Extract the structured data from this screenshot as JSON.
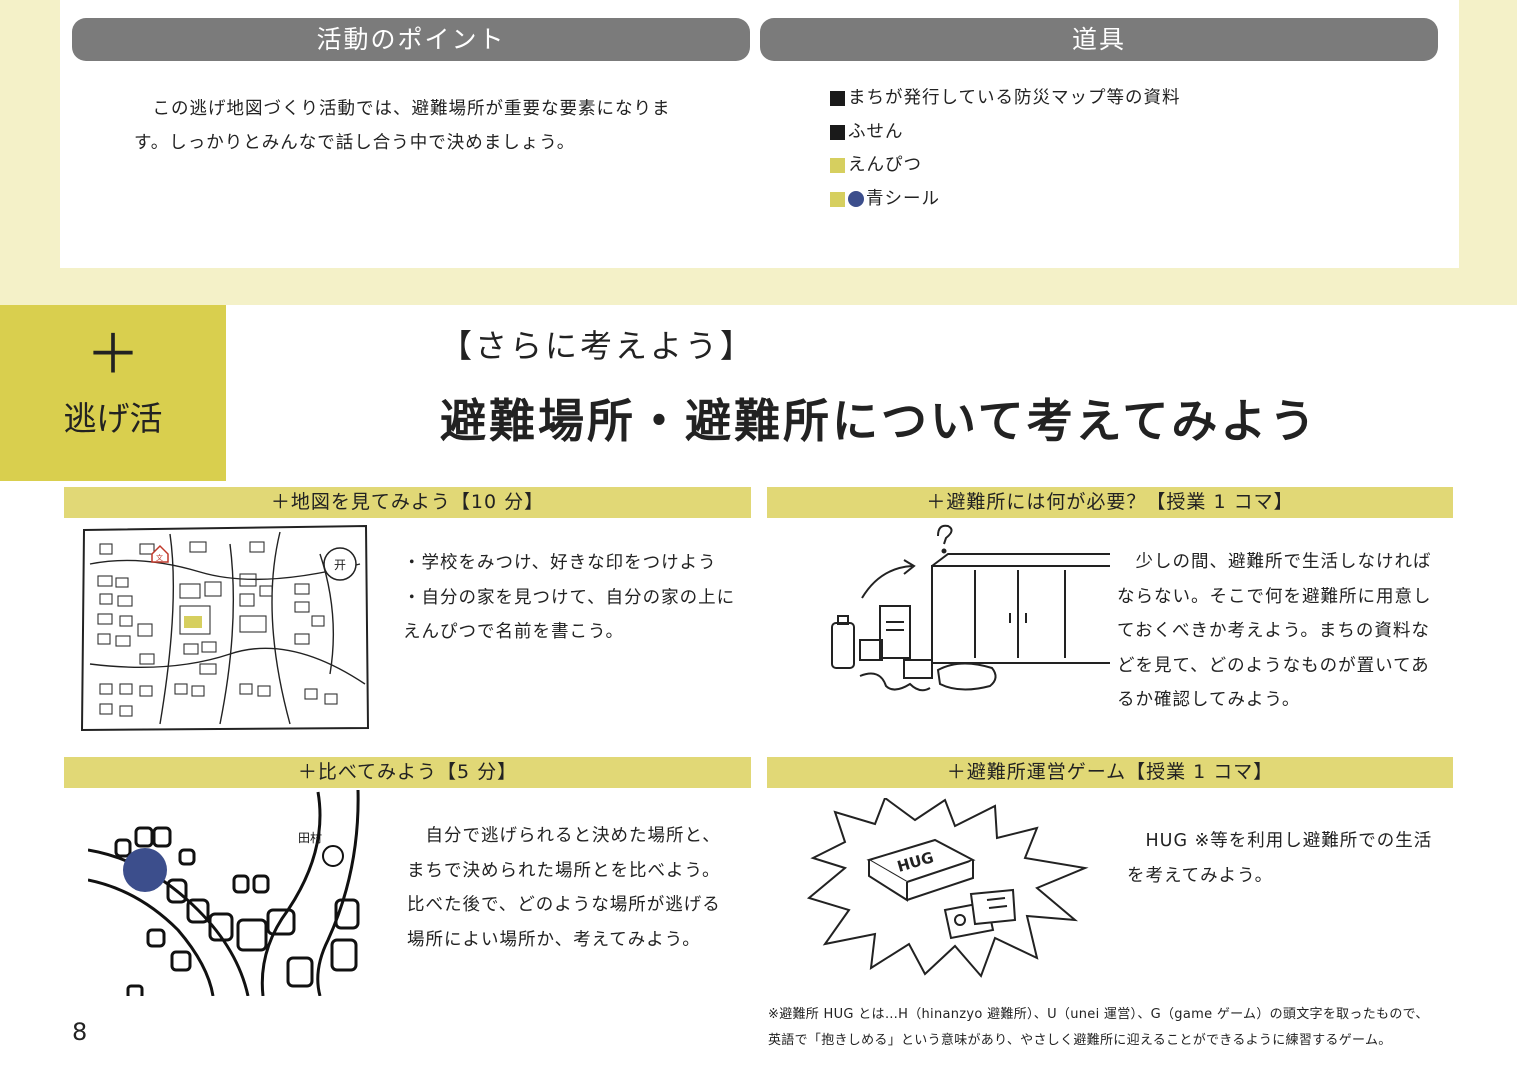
{
  "top": {
    "point_heading": "活動のポイント",
    "tools_heading": "道具",
    "point_line1": "　この逃げ地図づくり活動では、避難場所が重要な要素になりま",
    "point_line2": "す。しっかりとみんなで話し合う中で決めましょう。",
    "tools": [
      {
        "text": "まちが発行している防災マップ等の資料",
        "marker": "black-square"
      },
      {
        "text": "ふせん",
        "marker": "black-square"
      },
      {
        "text": "えんぴつ",
        "marker": "yellow-square"
      },
      {
        "text": "青シール",
        "marker": "yellow-square-blue-dot"
      }
    ]
  },
  "tab": {
    "plus": "＋",
    "label": "逃げ活"
  },
  "headline": {
    "subtitle": "【さらに考えよう】",
    "title": "避難場所・避難所について考えてみよう"
  },
  "sections": {
    "map_view": {
      "heading": "＋地図を見てみよう【10 分】",
      "lines": [
        "・学校をみつけ、好きな印をつけよう",
        "・自分の家を見つけて、自分の家の上に",
        "えんぴつで名前を書こう。"
      ]
    },
    "shelter_needs": {
      "heading": "＋避難所には何が必要？【授業 1 コマ】",
      "lines": [
        "　少しの間、避難所で生活しなければ",
        "ならない。そこで何を避難所に用意し",
        "ておくべきか考えよう。まちの資料な",
        "どを見て、どのようなものが置いてあ",
        "るか確認してみよう。"
      ]
    },
    "compare": {
      "heading": "＋比べてみよう【5 分】",
      "lines": [
        "　自分で逃げられると決めた場所と、",
        "まちで決められた場所とを比べよう。",
        "比べた後で、どのような場所が逃げる",
        "場所によい場所か、考えてみよう。"
      ]
    },
    "hug_game": {
      "heading": "＋避難所運営ゲーム【授業 1 コマ】",
      "lines": [
        "　HUG ※等を利用し避難所での生活",
        "を考えてみよう。"
      ]
    }
  },
  "figures": {
    "school_label": "文",
    "shrine_label": "开",
    "village_label": "田村",
    "hug_label": "HUG"
  },
  "footnote": {
    "line1": "※避難所 HUG とは…H（hinanzyo 避難所）、U（unei 運営）、G（game ゲーム）の頭文字を取ったもので、",
    "line2": "英語で「抱きしめる」という意味があり、やさしく避難所に迎えることができるように練習するゲーム。"
  },
  "page_number": "8",
  "colors": {
    "cream": "#f4f1c8",
    "olive_tab": "#d9cf4e",
    "section_bar": "#e1d876",
    "gray_pill": "#7b7b7b",
    "blue_sticker": "#3c4e8c"
  }
}
